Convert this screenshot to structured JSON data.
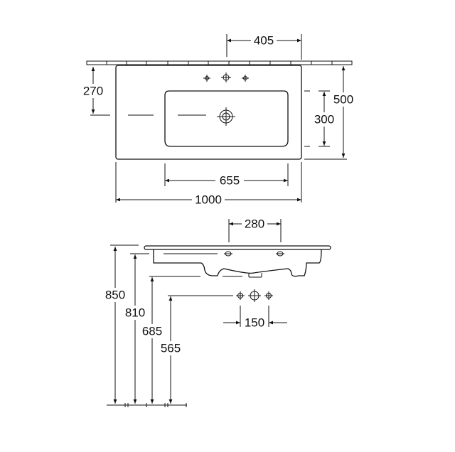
{
  "top_view": {
    "dimensions": {
      "tap_offset": "405",
      "drain_from_wall": "270",
      "depth": "500",
      "bowl_depth": "300",
      "bowl_width": "655",
      "total_width": "1000"
    }
  },
  "side_view": {
    "dimensions": {
      "drain_spacing": "280",
      "top_height": "850",
      "rim_height": "810",
      "bottom_height": "685",
      "tap_height": "565",
      "tap_spacing": "150"
    }
  },
  "colors": {
    "line": "#111111",
    "background": "#ffffff"
  }
}
